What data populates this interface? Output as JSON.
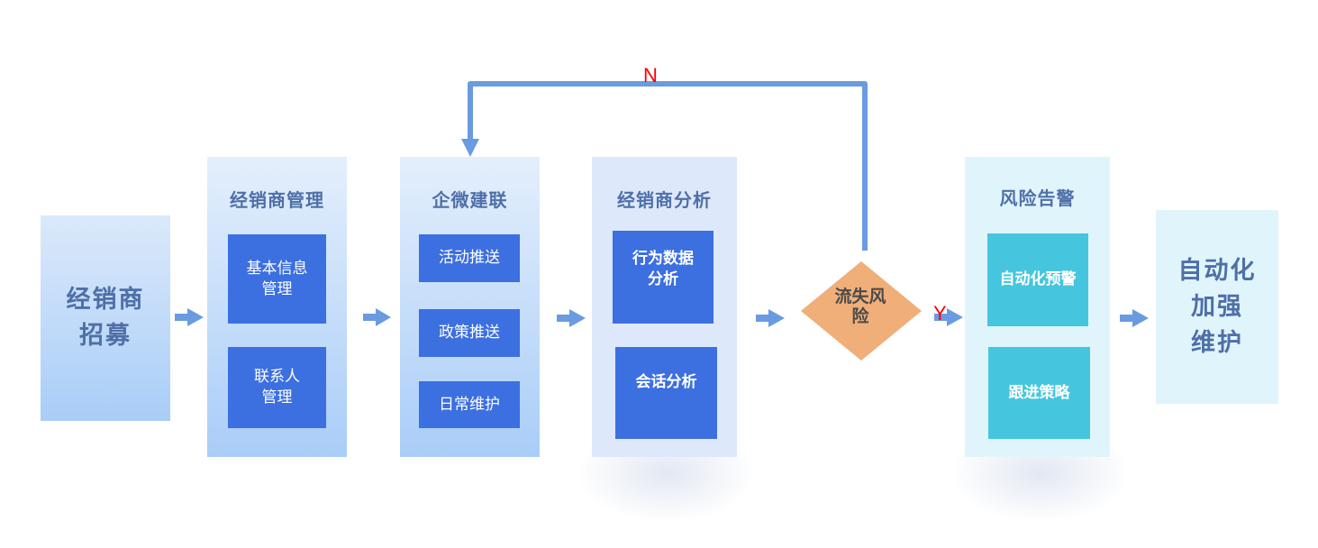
{
  "start": {
    "label": "经销商\n招募"
  },
  "management": {
    "title": "经销商管理",
    "items": [
      "基本信息\n管理",
      "联系人\n管理"
    ]
  },
  "wecom": {
    "title": "企微建联",
    "items": [
      "活动推送",
      "政策推送",
      "日常维护"
    ]
  },
  "analysis": {
    "title": "经销商分析",
    "items": [
      "行为数据\n分析",
      "会话分析"
    ]
  },
  "decision": {
    "label": "流失风\n险",
    "no_label": "N",
    "yes_label": "Y"
  },
  "alert": {
    "title": "风险告警",
    "items": [
      "自动化预警",
      "跟进策略"
    ]
  },
  "end": {
    "label": "自动化\n加强\n维护"
  },
  "colors": {
    "box_blue": "#3c6fe0",
    "box_teal": "#45c6de",
    "decision": "#f0ae78",
    "arrow": "#6a9be0",
    "yn_text": "#ff0000"
  }
}
